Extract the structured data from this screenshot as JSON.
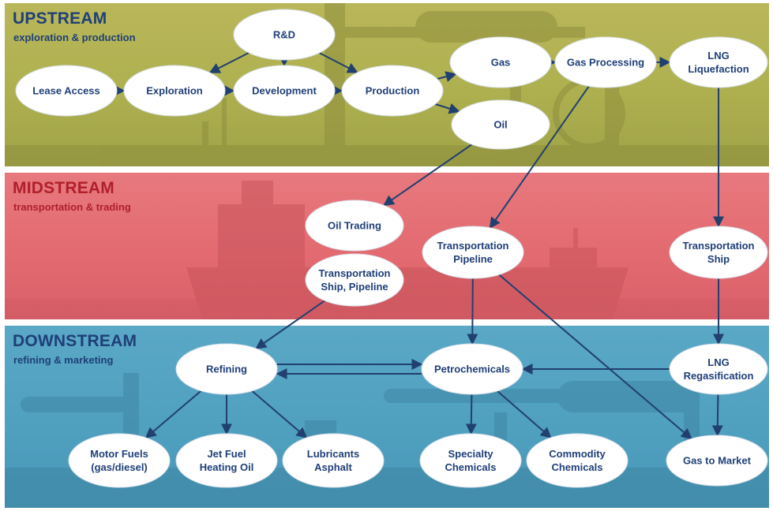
{
  "bands": {
    "upstream": {
      "title": "UPSTREAM",
      "subtitle": "exploration & production"
    },
    "midstream": {
      "title": "MIDSTREAM",
      "subtitle": "transportation & trading"
    },
    "downstream": {
      "title": "DOWNSTREAM",
      "subtitle": "refining & marketing"
    }
  },
  "colors": {
    "upstream_band": "#aeb04f",
    "midstream_band": "#e2696f",
    "downstream_band": "#4f9fbf",
    "node_text": "#1f3f78",
    "arrow": "#21406f"
  },
  "nodes": [
    {
      "id": "lease-access",
      "lines": [
        "Lease Access"
      ]
    },
    {
      "id": "exploration",
      "lines": [
        "Exploration"
      ]
    },
    {
      "id": "r-and-d",
      "lines": [
        "R&D"
      ]
    },
    {
      "id": "development",
      "lines": [
        "Development"
      ]
    },
    {
      "id": "production",
      "lines": [
        "Production"
      ]
    },
    {
      "id": "gas",
      "lines": [
        "Gas"
      ]
    },
    {
      "id": "oil",
      "lines": [
        "Oil"
      ]
    },
    {
      "id": "gas-processing",
      "lines": [
        "Gas Processing"
      ]
    },
    {
      "id": "lng-liquefaction",
      "lines": [
        "LNG",
        "Liquefaction"
      ]
    },
    {
      "id": "oil-trading",
      "lines": [
        "Oil Trading"
      ]
    },
    {
      "id": "transportation-pipeline",
      "lines": [
        "Transportation",
        "Pipeline"
      ]
    },
    {
      "id": "transportation-ship-pipeline",
      "lines": [
        "Transportation",
        "Ship, Pipeline"
      ]
    },
    {
      "id": "transportation-ship",
      "lines": [
        "Transportation",
        "Ship"
      ]
    },
    {
      "id": "refining",
      "lines": [
        "Refining"
      ]
    },
    {
      "id": "petrochemicals",
      "lines": [
        "Petrochemicals"
      ]
    },
    {
      "id": "lng-regasification",
      "lines": [
        "LNG",
        "Regasification"
      ]
    },
    {
      "id": "motor-fuels",
      "lines": [
        "Motor Fuels",
        "(gas/diesel)"
      ]
    },
    {
      "id": "jet-fuel",
      "lines": [
        "Jet Fuel",
        "Heating Oil"
      ]
    },
    {
      "id": "lubricants",
      "lines": [
        "Lubricants",
        "Asphalt"
      ]
    },
    {
      "id": "specialty-chemicals",
      "lines": [
        "Specialty",
        "Chemicals"
      ]
    },
    {
      "id": "commodity-chemicals",
      "lines": [
        "Commodity",
        "Chemicals"
      ]
    },
    {
      "id": "gas-to-market",
      "lines": [
        "Gas to Market"
      ]
    }
  ],
  "edges": [
    [
      "lease-access",
      "exploration"
    ],
    [
      "exploration",
      "development"
    ],
    [
      "development",
      "production"
    ],
    [
      "r-and-d",
      "exploration"
    ],
    [
      "r-and-d",
      "development"
    ],
    [
      "r-and-d",
      "production"
    ],
    [
      "production",
      "gas"
    ],
    [
      "production",
      "oil"
    ],
    [
      "gas",
      "gas-processing"
    ],
    [
      "gas-processing",
      "lng-liquefaction"
    ],
    [
      "gas-processing",
      "transportation-pipeline"
    ],
    [
      "oil",
      "oil-trading"
    ],
    [
      "lng-liquefaction",
      "transportation-ship"
    ],
    [
      "transportation-ship-pipeline",
      "refining"
    ],
    [
      "transportation-pipeline",
      "petrochemicals"
    ],
    [
      "transportation-pipeline",
      "gas-to-market"
    ],
    [
      "transportation-ship",
      "lng-regasification"
    ],
    [
      "lng-regasification",
      "petrochemicals"
    ],
    [
      "lng-regasification",
      "gas-to-market"
    ],
    [
      "refining",
      "petrochemicals"
    ],
    [
      "petrochemicals",
      "refining"
    ],
    [
      "refining",
      "motor-fuels"
    ],
    [
      "refining",
      "jet-fuel"
    ],
    [
      "refining",
      "lubricants"
    ],
    [
      "petrochemicals",
      "specialty-chemicals"
    ],
    [
      "petrochemicals",
      "commodity-chemicals"
    ]
  ]
}
